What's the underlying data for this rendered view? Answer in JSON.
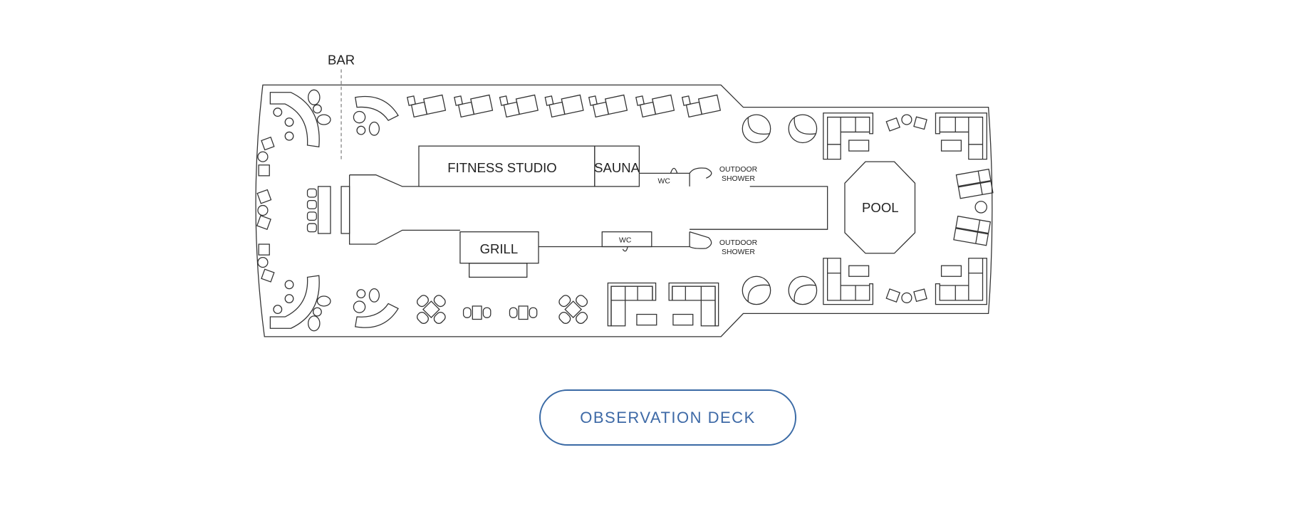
{
  "deck_plan": {
    "labels": {
      "bar": "BAR",
      "fitness_studio": "FITNESS STUDIO",
      "sauna": "SAUNA",
      "wc_top": "WC",
      "wc_bottom": "WC",
      "outdoor_shower_top": [
        "OUTDOOR",
        "SHOWER"
      ],
      "outdoor_shower_bottom": [
        "OUTDOOR",
        "SHOWER"
      ],
      "pool": "POOL",
      "grill": "GRILL"
    }
  },
  "deck_button": {
    "label": "OBSERVATION DECK"
  },
  "colors": {
    "accent": "#3a6aa5",
    "line": "#333333"
  }
}
